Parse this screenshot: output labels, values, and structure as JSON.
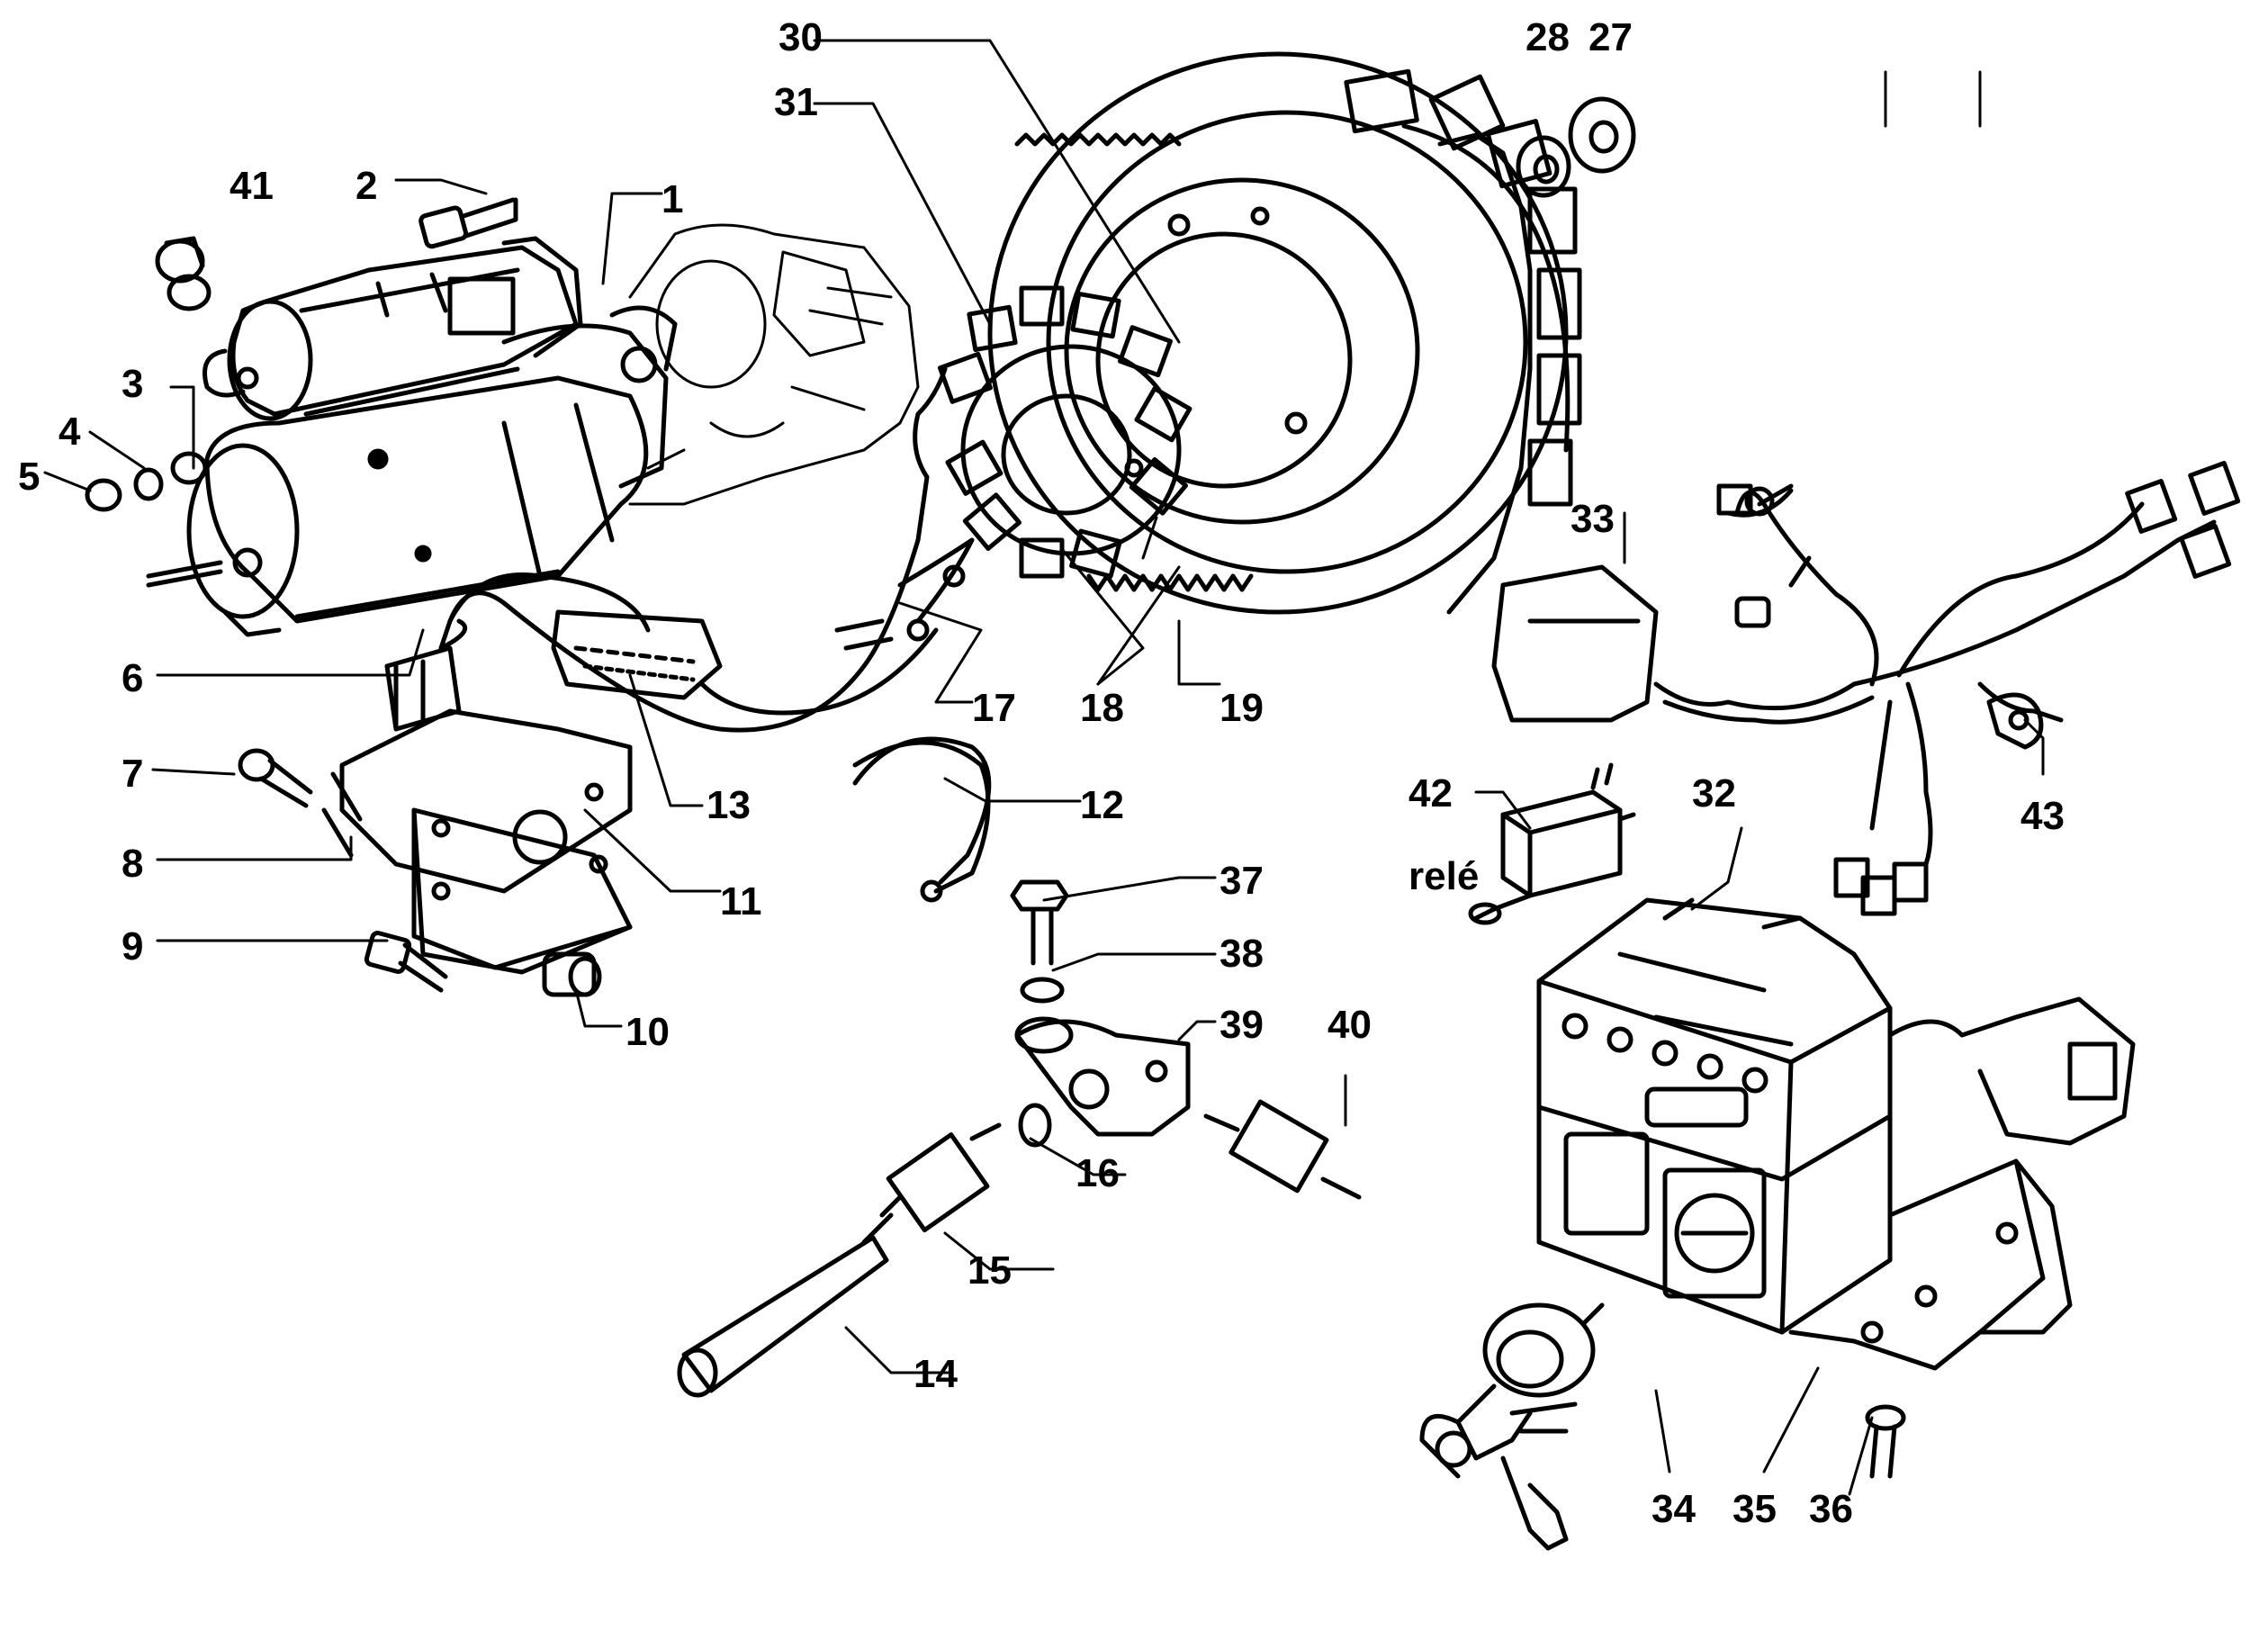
{
  "labels": {
    "c1": "1",
    "c2": "2",
    "c3": "3",
    "c4": "4",
    "c5": "5",
    "c6": "6",
    "c7": "7",
    "c8": "8",
    "c9": "9",
    "c10": "10",
    "c11": "11",
    "c12": "12",
    "c13": "13",
    "c14": "14",
    "c15": "15",
    "c16": "16",
    "c17": "17",
    "c18": "18",
    "c19": "19",
    "c27": "27",
    "c28": "28",
    "c30": "30",
    "c31": "31",
    "c32": "32",
    "c33": "33",
    "c34": "34",
    "c35": "35",
    "c36": "36",
    "c37": "37",
    "c38": "38",
    "c39": "39",
    "c40": "40",
    "c41": "41",
    "c42": "42",
    "c43": "43"
  },
  "relay_text": "relé",
  "colors": {
    "ink": "#000000",
    "paper": "#ffffff"
  }
}
